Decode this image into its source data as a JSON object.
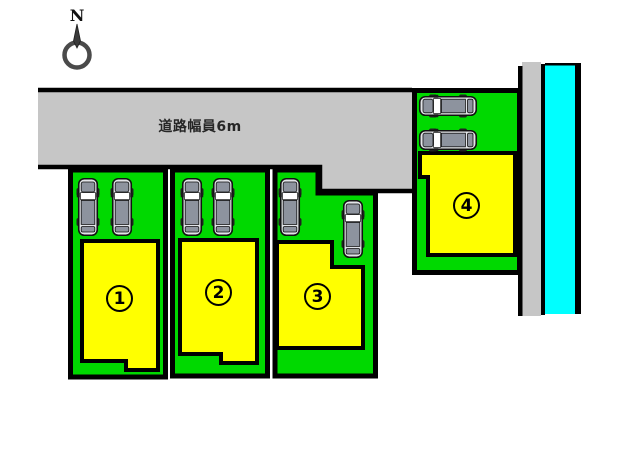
{
  "title": "lot-layout-site-plan",
  "compass": {
    "label": "N",
    "icon": "compass-north-needle-icon"
  },
  "road": {
    "label": "道路幅員6m",
    "color": "#c6c6c6"
  },
  "waterway": {
    "color": "#00ffff"
  },
  "walkway": {
    "color": "#c6c6c6"
  },
  "colors": {
    "lot_green": "#00d900",
    "house_yellow": "#ffff00",
    "outline_black": "#000000",
    "road_gray": "#c6c6c6",
    "water_cyan": "#00ffff",
    "background": "#ffffff"
  },
  "lots": [
    {
      "id": "lot-1",
      "label": "1",
      "parked_cars": 2
    },
    {
      "id": "lot-2",
      "label": "2",
      "parked_cars": 2
    },
    {
      "id": "lot-3",
      "label": "3",
      "parked_cars": 2
    },
    {
      "id": "lot-4",
      "label": "4",
      "parked_cars": 2
    }
  ],
  "icons": {
    "car": "car-top-view-icon",
    "compass": "compass-north-needle-icon"
  }
}
